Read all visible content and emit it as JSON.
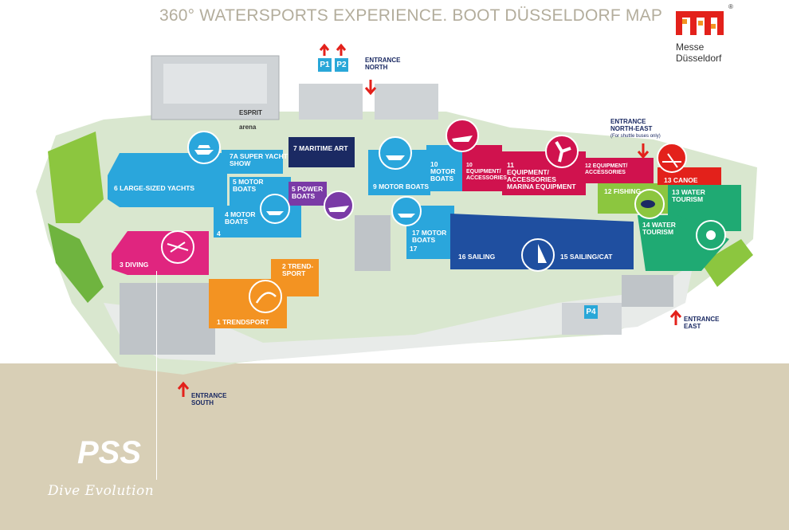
{
  "title": "360° WATERSPORTS EXPERIENCE.   BOOT DÜSSELDORF MAP",
  "logo": {
    "line1": "Messe",
    "line2": "Düsseldorf",
    "reg": "®"
  },
  "arena": {
    "line1": "ESPRIT",
    "line2": "arena"
  },
  "parking": [
    "P1",
    "P2",
    "P4"
  ],
  "entrances": {
    "north": "ENTRANCE\nNORTH",
    "north_east": "ENTRANCE\nNORTH-EAST",
    "north_east_note": "(For shuttle buses only)",
    "east": "ENTRANCE\nEAST",
    "south": "ENTRANCE\nSOUTH"
  },
  "halls": {
    "h1": "1 TRENDSPORT",
    "h2": "2 TREND-\nSPORT",
    "h3": "3 DIVING",
    "h4": "4",
    "h4b": "4 MOTOR\nBOATS",
    "h5": "5 MOTOR\nBOATS",
    "h5b": "5 POWER\nBOATS",
    "h6": "6 LARGE-SIZED YACHTS",
    "h7": "7 MARITIME ART",
    "h7a": "7a SUPER YACHT\nSHOW",
    "h9": "9 MOTOR BOATS",
    "h10a": "10\nMOTOR\nBOATS",
    "h10b": "10\nEQUIPMENT/\nACCESSORIES",
    "h11": "11\nEQUIPMENT/\nACCESSORIES\nMARINA EQUIPMENT",
    "h12": "12 EQUIPMENT/\nACCESSORIES",
    "h12b": "12 FISHING",
    "h13": "13 CANOE",
    "h13b": "13 WATER\nTOURISM",
    "h14": "14 WATER\nTOURISM",
    "h15": "15 SAILING/CAT",
    "h16": "16 SAILING",
    "h17": "17 MOTOR\nBOATS",
    "h17b": "17"
  },
  "brand": {
    "name": "PSS",
    "tagline": "Dive Evolution"
  },
  "colors": {
    "blue": "#2aa6dc",
    "dark_blue": "#1f4fa0",
    "navy": "#1b2a63",
    "magenta": "#e0257f",
    "crimson": "#d0124e",
    "purple": "#7a3aa6",
    "orange": "#f39322",
    "red": "#e3211b",
    "green": "#1faa73",
    "lime": "#8cc63f",
    "tan": "#d8cfb6",
    "title_grey": "#b3ad9c"
  }
}
